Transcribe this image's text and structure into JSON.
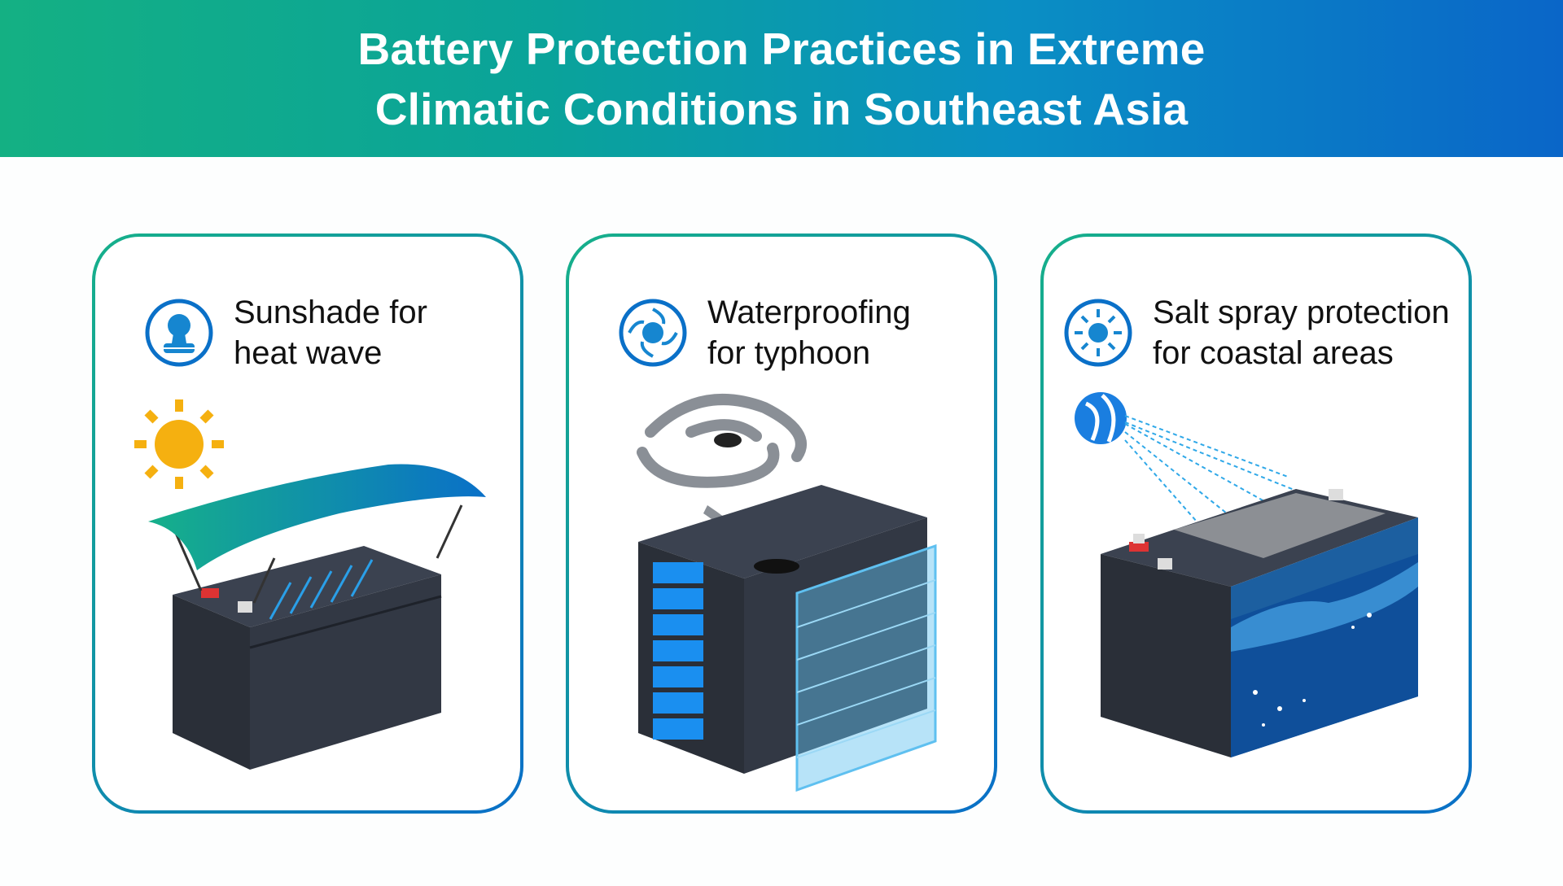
{
  "title": {
    "line1": "Battery Protection Practices in Extreme",
    "line2": "Climatic Conditions in Southeast Asia"
  },
  "cards": [
    {
      "label_line1": "Sunshade for",
      "label_line2": "heat wave",
      "icon": "sunshade-person-icon"
    },
    {
      "label_line1": "Waterproofing",
      "label_line2": "for typhoon",
      "icon": "typhoon-icon"
    },
    {
      "label_line1": "Salt spray protection",
      "label_line2": "for coastal areas",
      "icon": "sun-spray-icon"
    }
  ],
  "colors": {
    "accent_green": "#16b08a",
    "accent_blue": "#0a70c8",
    "battery": "#2e3440"
  }
}
